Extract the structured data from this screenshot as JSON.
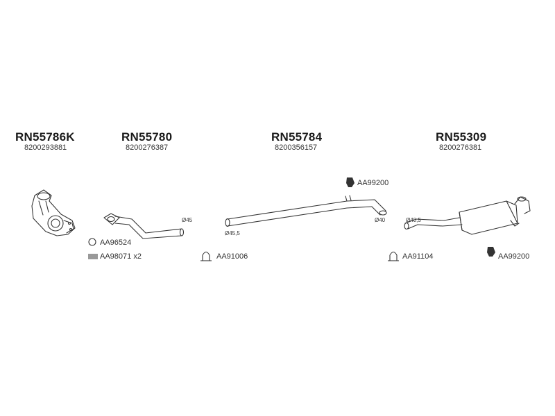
{
  "parts": [
    {
      "code": "RN55786K",
      "oem": "8200293881"
    },
    {
      "code": "RN55780",
      "oem": "8200276387"
    },
    {
      "code": "RN55784",
      "oem": "8200356157"
    },
    {
      "code": "RN55309",
      "oem": "8200276381"
    }
  ],
  "accessories": [
    {
      "label": "AA96524",
      "icon": "ring-gasket-icon"
    },
    {
      "label": "AA98071 x2",
      "icon": "spring-icon"
    },
    {
      "label": "AA91006",
      "icon": "clamp-icon"
    },
    {
      "label": "AA99200",
      "icon": "rubber-hanger-icon"
    },
    {
      "label": "AA91104",
      "icon": "clamp-icon"
    },
    {
      "label": "AA99200",
      "icon": "rubber-hanger-icon"
    }
  ],
  "dimensions": [
    "Ø45",
    "Ø45,5",
    "Ø40",
    "Ø40,5"
  ],
  "colors": {
    "line": "#333333",
    "text": "#1a1a1a"
  }
}
